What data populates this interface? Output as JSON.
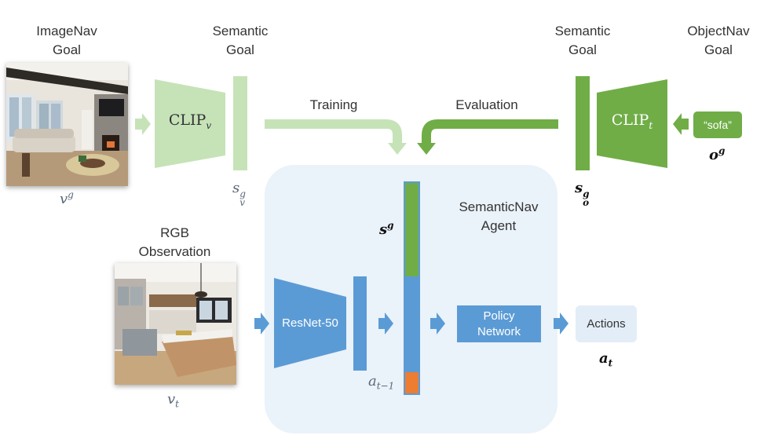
{
  "labels": {
    "imagenav_goal_line1": "ImageNav",
    "imagenav_goal_line2": "Goal",
    "semantic_goal_left_line1": "Semantic",
    "semantic_goal_left_line2": "Goal",
    "semantic_goal_right_line1": "Semantic",
    "semantic_goal_right_line2": "Goal",
    "objectnav_goal_line1": "ObjectNav",
    "objectnav_goal_line2": "Goal",
    "training": "Training",
    "evaluation": "Evaluation",
    "rgb_obs_line1": "RGB",
    "rgb_obs_line2": "Observation",
    "agent_line1": "SemanticNav",
    "agent_line2": "Agent"
  },
  "blocks": {
    "clip_v_base": "CLIP",
    "clip_v_sub": "v",
    "clip_t_base": "CLIP",
    "clip_t_sub": "t",
    "sofa_label": "“sofa”",
    "resnet_label": "ResNet-50",
    "policy_line1": "Policy",
    "policy_line2": "Network",
    "actions_label": "Actions"
  },
  "symbols": {
    "vg_base": "v",
    "vg_sup": "g",
    "svg_base": "s",
    "svg_sup": "g",
    "svg_sub": "v",
    "sog_base": "s",
    "sog_sup": "g",
    "sog_sub": "o",
    "og_base": "o",
    "og_sup": "g",
    "sg_base": "s",
    "sg_sup": "g",
    "vt_base": "v",
    "vt_sub": "t",
    "at_base": "a",
    "at_sub": "t",
    "atm1_base": "a",
    "atm1_sub": "t−1"
  },
  "colors": {
    "light_green": "#c6e3b8",
    "dark_green": "#70ad47",
    "blue": "#5b9bd5",
    "orange": "#ed7d31",
    "panel": "#eaf2fa"
  }
}
